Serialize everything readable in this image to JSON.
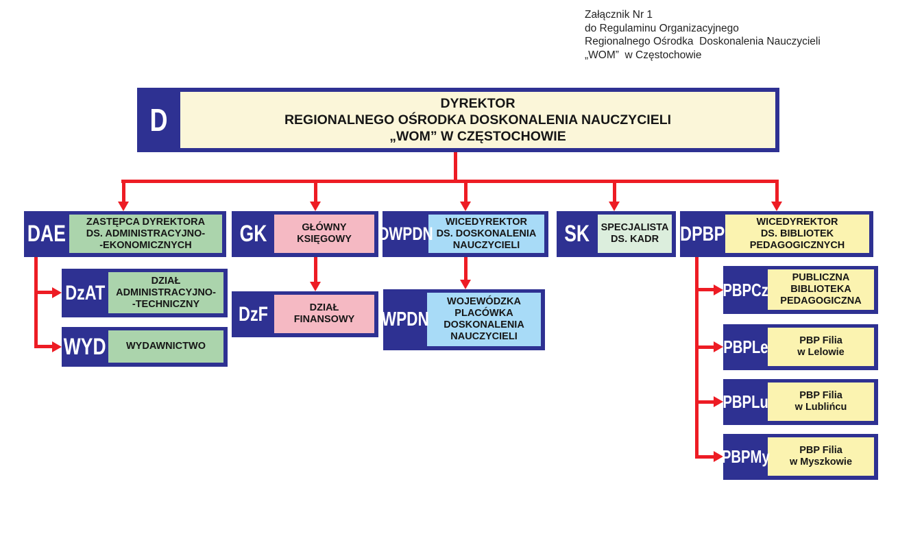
{
  "attachment_note": {
    "text": "Załącznik Nr 1\ndo Regulaminu Organizacyjnego\nRegionalnego Ośrodka  Doskonalenia Nauczycieli\n„WOM”  w Częstochowie"
  },
  "root": {
    "code": "D",
    "label": "DYREKTOR\nREGIONALNEGO OŚRODKA DOSKONALENIA NAUCZYCIELI\n„WOM” W CZĘSTOCHOWIE"
  },
  "branches": {
    "dae": {
      "code": "DAE",
      "label": "ZASTĘPCA DYREKTORA\nDS. ADMINISTRACYJNO-\n-EKONOMICZNYCH"
    },
    "dzat": {
      "code": "DzAT",
      "label": "DZIAŁ\nADMINISTRACYJNO-\n-TECHNICZNY"
    },
    "wyd": {
      "code": "WYD",
      "label": "WYDAWNICTWO"
    },
    "gk": {
      "code": "GK",
      "label": "GŁÓWNY\nKSIĘGOWY"
    },
    "dzf": {
      "code": "DzF",
      "label": "DZIAŁ\nFINANSOWY"
    },
    "dwpdn": {
      "code": "DWPDN",
      "label": "WICEDYREKTOR\nDS. DOSKONALENIA\nNAUCZYCIELI"
    },
    "wpdn": {
      "code": "WPDN",
      "label": "WOJEWÓDZKA\nPLACÓWKA\nDOSKONALENIA\nNAUCZYCIELI"
    },
    "sk": {
      "code": "SK",
      "label": "SPECJALISTA\nDS. KADR"
    },
    "dpbp": {
      "code": "DPBP",
      "label": "WICEDYREKTOR\nDS. BIBLIOTEK\nPEDAGOGICZNYCH"
    },
    "pbpcz": {
      "code": "PBPCz",
      "label": "PUBLICZNA\nBIBLIOTEKA\nPEDAGOGICZNA"
    },
    "pbple": {
      "code": "PBPLe",
      "label": "PBP Filia\nw Lelowie"
    },
    "pbplu": {
      "code": "PBPLu",
      "label": "PBP Filia\nw Lublińcu"
    },
    "pbpmy": {
      "code": "PBPMy",
      "label": "PBP Filia\nw Myszkowie"
    }
  },
  "colors": {
    "navy": "#2E3192",
    "red": "#ED1C24",
    "cream": "#FBF6D9",
    "green": "#ABD4AC",
    "pink": "#F5B9C3",
    "blue": "#A8DBF7",
    "mint": "#DCEEDD",
    "yellow": "#FBF3B0"
  }
}
